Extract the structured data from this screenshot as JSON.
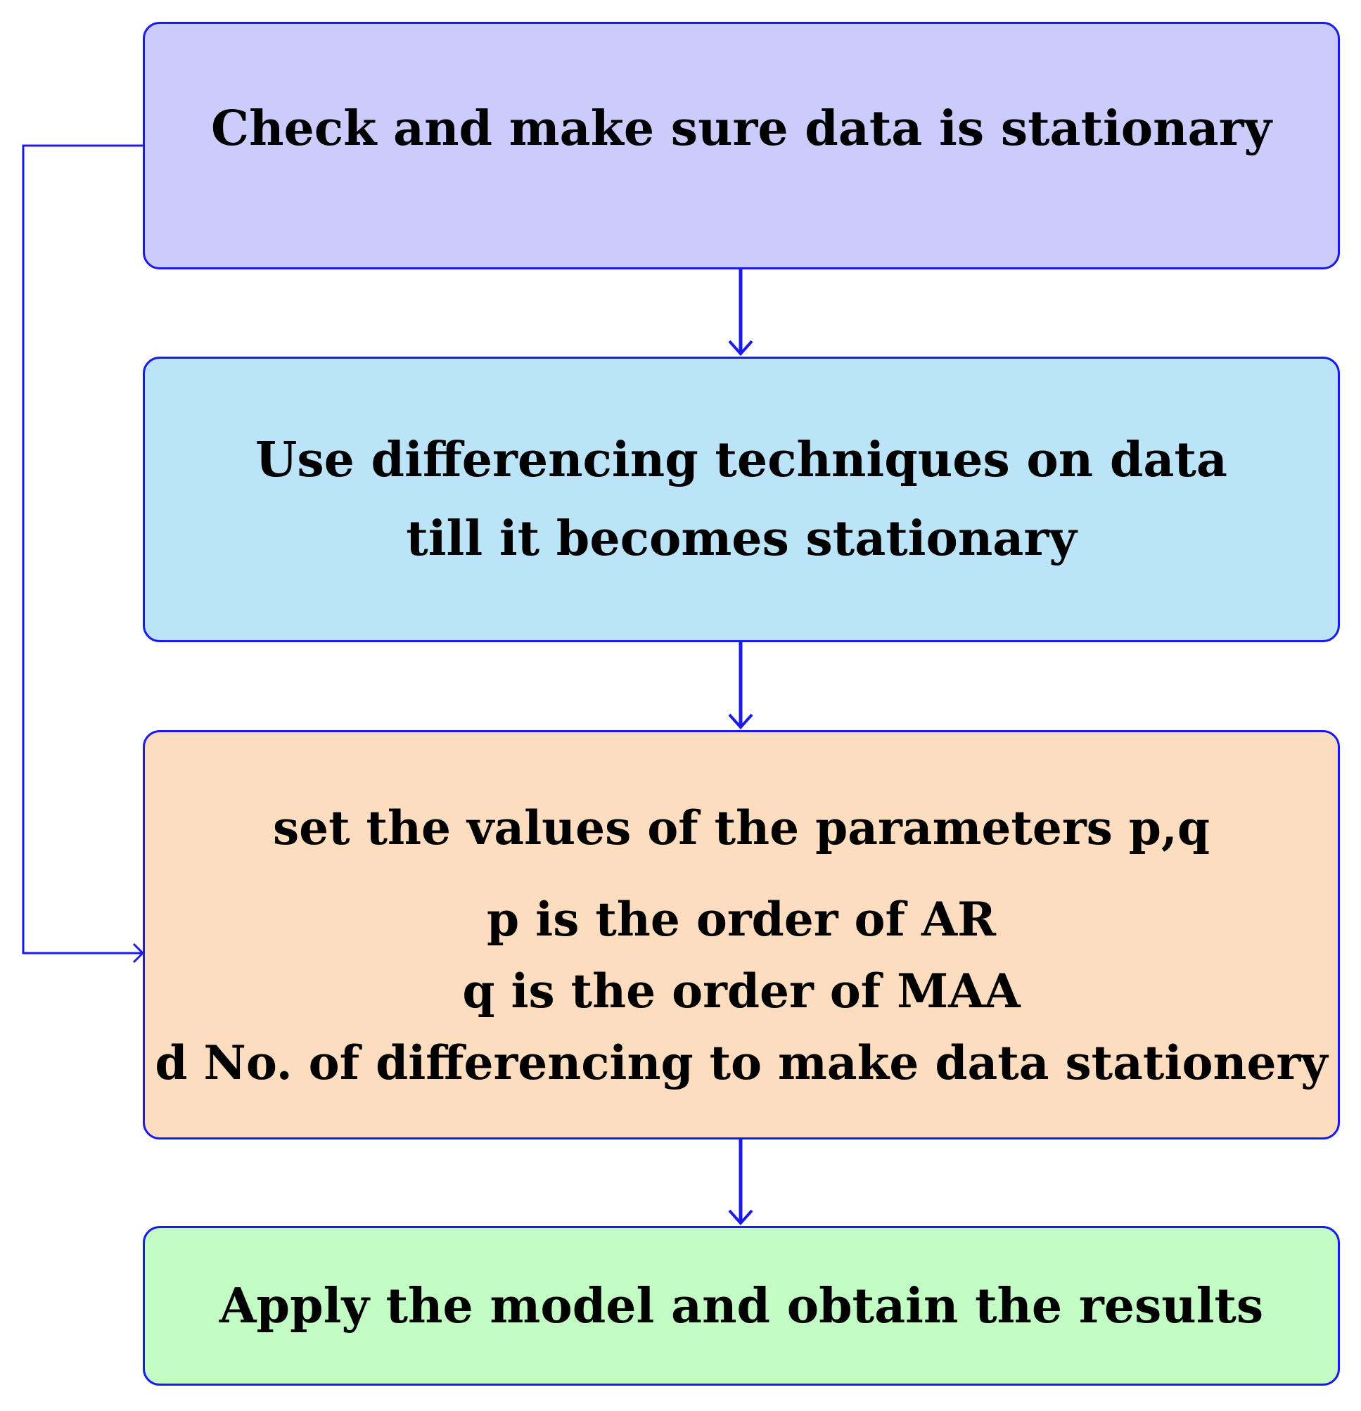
{
  "colors": {
    "border": "#1a1aee",
    "box1_fill": "#ccccfc",
    "box2_fill": "#bbe4f8",
    "box3_fill": "#fdddc0",
    "box4_fill": "#c2fcc4",
    "text": "#000000"
  },
  "steps": [
    {
      "lines": [
        "Check and make sure data is stationary"
      ]
    },
    {
      "lines": [
        "Use differencing techniques on data",
        "till it becomes stationary"
      ]
    },
    {
      "lines": [
        "set the values of the parameters p,q",
        "p is the order of AR",
        "q is the order of MAA",
        "d No. of differencing to make data stationery"
      ]
    },
    {
      "lines": [
        "Apply the model and obtain the results"
      ]
    }
  ]
}
